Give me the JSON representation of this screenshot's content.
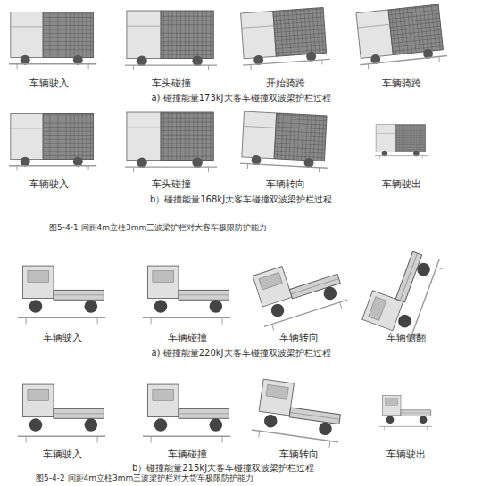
{
  "diagram": {
    "labels": [
      "车辆驶入",
      "车头碰撞",
      "开始骑跨",
      "车辆骑跨",
      "a) 碰撞能量173kJ大客车碰撞双波梁护栏过程",
      "车辆驶入",
      "车头碰撞",
      "车辆转向",
      "车辆驶出",
      "b）碰撞能量168kJ大客车碰撞双波梁护栏过程",
      "图5-4-1 间距4m立柱3mm三波梁护栏对大客车极限防护能力",
      "车辆驶入",
      "车辆碰撞",
      "车辆转向",
      "车辆侧翻",
      "a) 碰撞能量220kJ大客车碰撞双波梁护栏过程",
      "车辆驶入",
      "车辆碰撞",
      "车辆转向",
      "车辆驶出",
      "b）碰撞能量215kJ大客车碰撞双波梁护栏过程",
      "图5-4-2 间距4m立柱3mm三波梁护栏对大货车极限防护能力"
    ]
  }
}
